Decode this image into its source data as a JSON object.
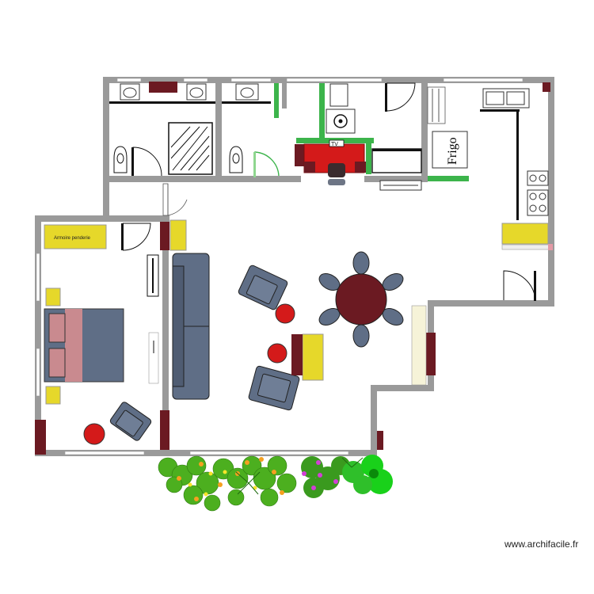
{
  "labels": {
    "frigo": "Frigo",
    "wardrobe": "Armoire penderie",
    "tv": "TV"
  },
  "watermark": "www.archifacile.fr",
  "colors": {
    "wall": "#9a9a9a",
    "window": "#ffffff",
    "sofa": "#5f6e86",
    "dark_red": "#6b1a22",
    "yellow": "#e6d82a",
    "red": "#d41a1a",
    "green": "#3cb44b",
    "table": "#6b1a22",
    "chair": "#5f6e86",
    "bed_pillow": "#c98a8f",
    "plants": "#4caf1f"
  }
}
